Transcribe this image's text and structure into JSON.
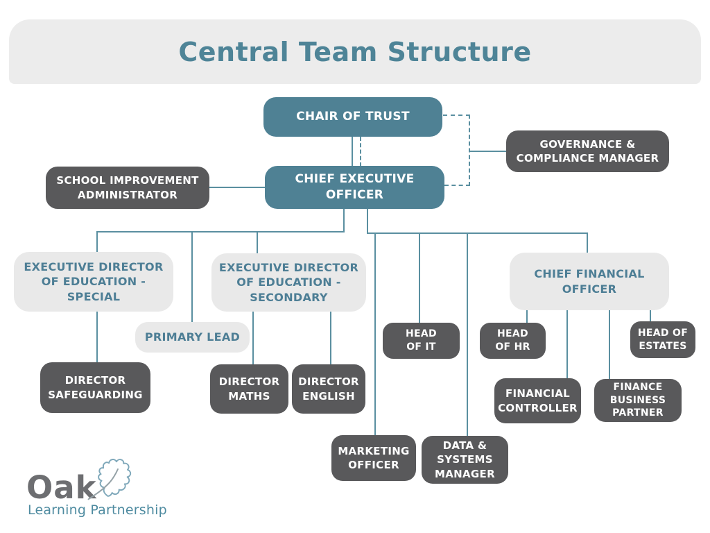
{
  "title": "Central Team Structure",
  "colors": {
    "teal_box": "#4F8194",
    "dark_gray_box": "#59595B",
    "light_gray_box": "#E9E9E9",
    "header_bg": "#ECECEC",
    "connector_line": "#5A8FA0",
    "teal_text": "#4D7E95",
    "logo_gray": "#6D6E71",
    "logo_teal": "#4E8BA0"
  },
  "nodes": {
    "chair": {
      "label": "CHAIR OF TRUST",
      "lines": [
        "CHAIR OF TRUST"
      ],
      "variant": "teal"
    },
    "governance": {
      "label": "GOVERNANCE & COMPLIANCE MANAGER",
      "lines": [
        "GOVERNANCE &",
        "COMPLIANCE MANAGER"
      ],
      "variant": "dark"
    },
    "sia": {
      "label": "SCHOOL IMPROVEMENT ADMINISTRATOR",
      "lines": [
        "SCHOOL IMPROVEMENT",
        "ADMINISTRATOR"
      ],
      "variant": "dark"
    },
    "ceo": {
      "label": "CHIEF EXECUTIVE OFFICER",
      "lines": [
        "CHIEF EXECUTIVE",
        "OFFICER"
      ],
      "variant": "teal"
    },
    "edspecial": {
      "label": "EXECUTIVE DIRECTOR OF EDUCATION - SPECIAL",
      "lines": [
        "EXECUTIVE DIRECTOR",
        "OF EDUCATION -",
        "SPECIAL"
      ],
      "variant": "light"
    },
    "edsecondary": {
      "label": "EXECUTIVE DIRECTOR OF EDUCATION - SECONDARY",
      "lines": [
        "EXECUTIVE DIRECTOR",
        "OF EDUCATION -",
        "SECONDARY"
      ],
      "variant": "light"
    },
    "cfo": {
      "label": "CHIEF FINANCIAL OFFICER",
      "lines": [
        "CHIEF FINANCIAL",
        "OFFICER"
      ],
      "variant": "light"
    },
    "primary": {
      "label": "PRIMARY LEAD",
      "lines": [
        "PRIMARY LEAD"
      ],
      "variant": "light"
    },
    "headit": {
      "label": "HEAD OF IT",
      "lines": [
        "HEAD",
        "OF IT"
      ],
      "variant": "dark"
    },
    "headhr": {
      "label": "HEAD OF HR",
      "lines": [
        "HEAD",
        "OF HR"
      ],
      "variant": "dark"
    },
    "headestates": {
      "label": "HEAD OF ESTATES",
      "lines": [
        "HEAD OF",
        "ESTATES"
      ],
      "variant": "dark"
    },
    "dirsafe": {
      "label": "DIRECTOR SAFEGUARDING",
      "lines": [
        "DIRECTOR",
        "SAFEGUARDING"
      ],
      "variant": "dark"
    },
    "dirmaths": {
      "label": "DIRECTOR MATHS",
      "lines": [
        "DIRECTOR",
        "MATHS"
      ],
      "variant": "dark"
    },
    "direnglish": {
      "label": "DIRECTOR ENGLISH",
      "lines": [
        "DIRECTOR",
        "ENGLISH"
      ],
      "variant": "dark"
    },
    "fincontroller": {
      "label": "FINANCIAL CONTROLLER",
      "lines": [
        "FINANCIAL",
        "CONTROLLER"
      ],
      "variant": "dark"
    },
    "finbp": {
      "label": "FINANCE BUSINESS PARTNER",
      "lines": [
        "FINANCE",
        "BUSINESS",
        "PARTNER"
      ],
      "variant": "dark"
    },
    "marketing": {
      "label": "MARKETING OFFICER",
      "lines": [
        "MARKETING",
        "OFFICER"
      ],
      "variant": "dark"
    },
    "datasys": {
      "label": "DATA & SYSTEMS MANAGER",
      "lines": [
        "DATA &",
        "SYSTEMS",
        "MANAGER"
      ],
      "variant": "dark"
    }
  },
  "edges": [
    {
      "from": "chair",
      "to": "ceo",
      "style": "solid"
    },
    {
      "from": "chair",
      "to": "ceo",
      "style": "dashed"
    },
    {
      "from": "chair",
      "to": "governance",
      "style": "dashed"
    },
    {
      "from": "ceo",
      "to": "governance",
      "style": "dashed"
    },
    {
      "from": "sia",
      "to": "ceo",
      "style": "solid"
    },
    {
      "from": "ceo",
      "to": "edspecial",
      "style": "solid"
    },
    {
      "from": "ceo",
      "to": "primary",
      "style": "solid"
    },
    {
      "from": "ceo",
      "to": "edsecondary",
      "style": "solid"
    },
    {
      "from": "ceo",
      "to": "marketing",
      "style": "solid"
    },
    {
      "from": "ceo",
      "to": "headit",
      "style": "solid"
    },
    {
      "from": "ceo",
      "to": "datasys",
      "style": "solid"
    },
    {
      "from": "ceo",
      "to": "cfo",
      "style": "solid"
    },
    {
      "from": "edspecial",
      "to": "dirsafe",
      "style": "solid"
    },
    {
      "from": "edsecondary",
      "to": "dirmaths",
      "style": "solid"
    },
    {
      "from": "edsecondary",
      "to": "direnglish",
      "style": "solid"
    },
    {
      "from": "cfo",
      "to": "headhr",
      "style": "solid"
    },
    {
      "from": "cfo",
      "to": "fincontroller",
      "style": "solid"
    },
    {
      "from": "cfo",
      "to": "finbp",
      "style": "solid"
    },
    {
      "from": "cfo",
      "to": "headestates",
      "style": "solid"
    }
  ],
  "logo": {
    "name": "Oak",
    "tagline": "Learning Partnership",
    "icon": "oak-leaf-icon"
  }
}
